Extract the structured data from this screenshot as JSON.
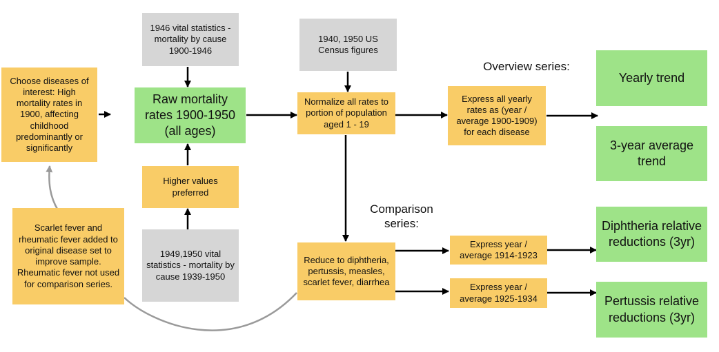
{
  "boxes": {
    "choose": "Choose diseases of interest: High mortality rates in 1900, affecting childhood predominantly or significantly",
    "vital1946": "1946 vital statistics - mortality by cause 1900-1946",
    "census": "1940, 1950 US Census figures",
    "raw": "Raw mortality rates 1900-1950 (all ages)",
    "higher": "Higher values preferred",
    "vital1949": "1949,1950 vital statistics - mortality by cause 1939-1950",
    "normalize": "Normalize all rates to portion of population aged 1 - 19",
    "express_yearly": "Express all yearly rates as (year / average 1900-1909) for each disease",
    "yearly_trend": "Yearly trend",
    "three_year": "3-year average trend",
    "scarlet": "Scarlet fever and rheumatic fever added to original disease set to improve sample. Rheumatic fever not used for comparison series.",
    "reduce": "Reduce to diphtheria, pertussis, measles, scarlet fever, diarrhea",
    "express_1914": "Express year / average 1914-1923",
    "express_1925": "Express year / average 1925-1934",
    "diphtheria": "Diphtheria relative reductions (3yr)",
    "pertussis": "Pertussis relative reductions (3yr)"
  },
  "labels": {
    "overview": "Overview series:",
    "comparison": "Comparison series:"
  },
  "colors": {
    "orange": "#f9cc67",
    "gray": "#d6d6d6",
    "green": "#9ee388",
    "arrow": "#000000",
    "curve": "#9a9a9a"
  }
}
